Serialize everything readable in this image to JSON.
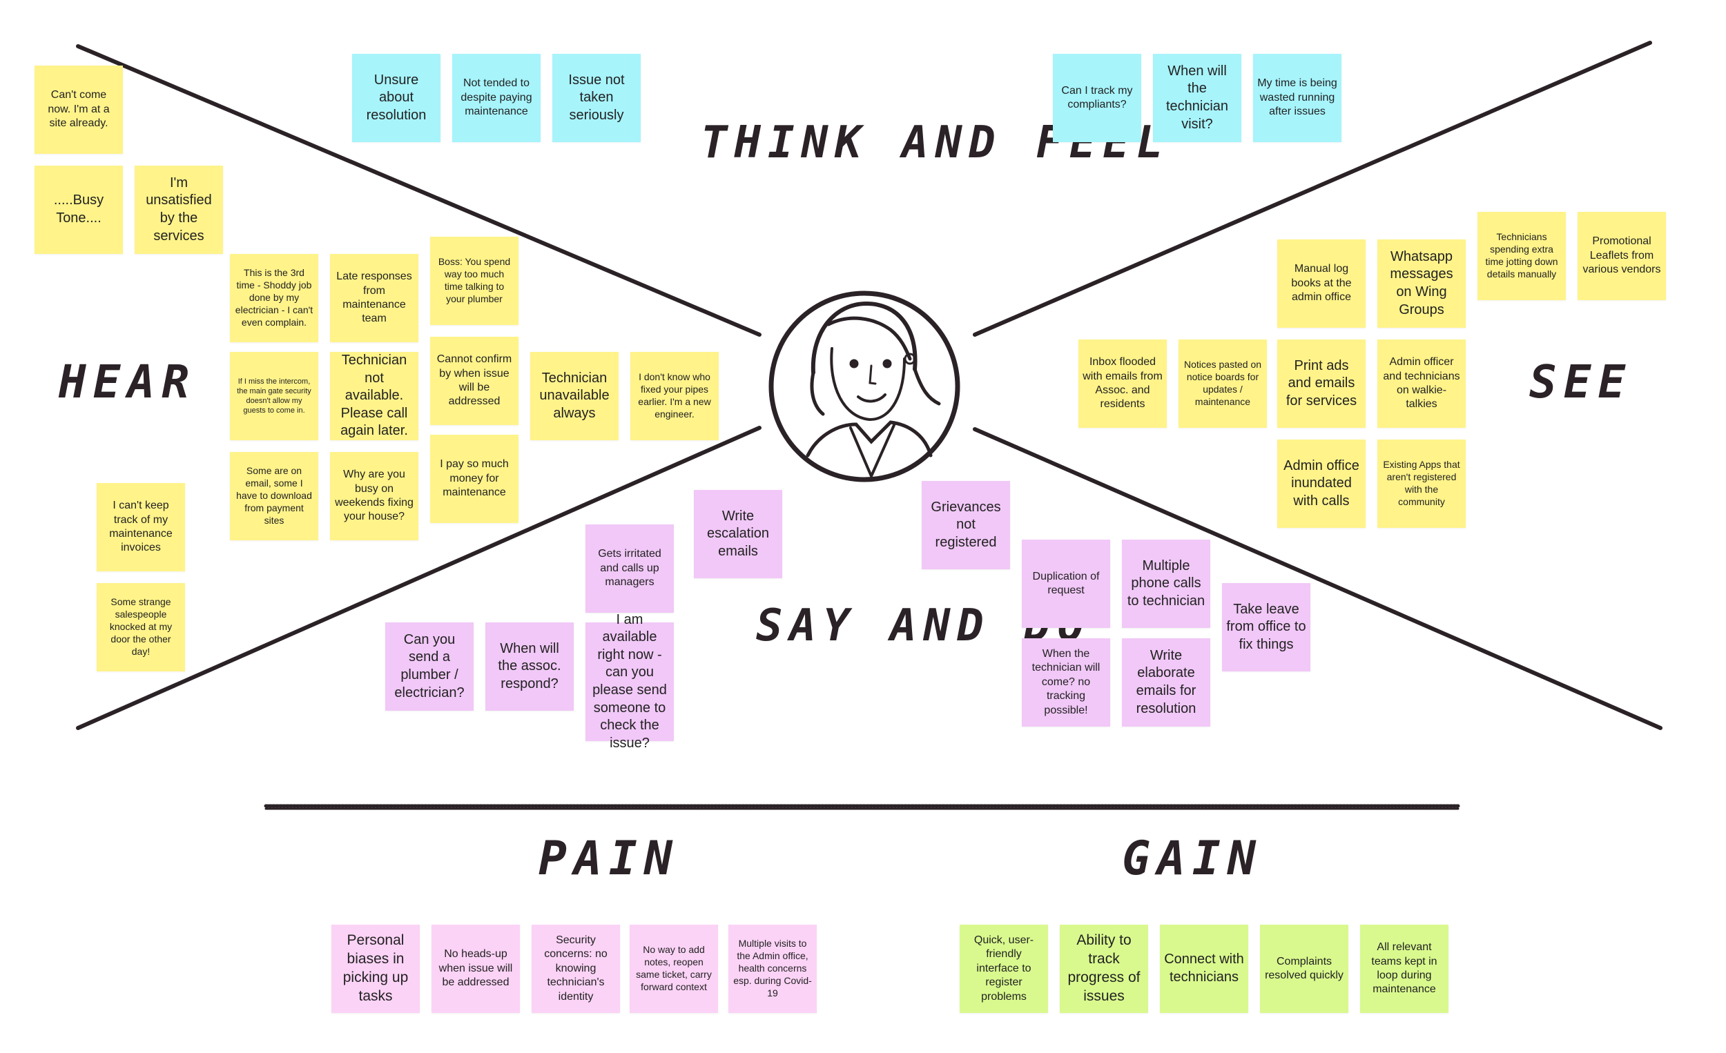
{
  "colors": {
    "yellow": "#fff38a",
    "cyan": "#a7f4fb",
    "purple": "#f1c8f7",
    "pink": "#fbd3f6",
    "green": "#d9f98e",
    "ink": "#2a2226"
  },
  "section_labels": {
    "think_feel": "THINK AND FEEL",
    "hear": "HEAR",
    "see": "SEE",
    "say_do": "SAY AND DO",
    "pain": "PAIN",
    "gain": "GAIN"
  },
  "center_icon": "person-face-icon",
  "notes": [
    {
      "id": "tf-unsure-resolution",
      "text": "Unsure about resolution",
      "color": "cyan",
      "size": "l"
    },
    {
      "id": "tf-not-tended",
      "text": "Not tended to despite paying maintenance",
      "color": "cyan",
      "size": "m"
    },
    {
      "id": "tf-not-serious",
      "text": "Issue not taken seriously",
      "color": "cyan",
      "size": "l"
    },
    {
      "id": "tf-track-complaints",
      "text": "Can I track my compliants?",
      "color": "cyan",
      "size": "m"
    },
    {
      "id": "tf-technician-visit",
      "text": "When will the technician visit?",
      "color": "cyan",
      "size": "l"
    },
    {
      "id": "tf-time-wasted",
      "text": "My time is being wasted running after issues",
      "color": "cyan",
      "size": "m"
    },
    {
      "id": "h-cant-come",
      "text": "Can't come now. I'm at a site already.",
      "color": "yellow",
      "size": "m"
    },
    {
      "id": "h-busy-tone",
      "text": ".....Busy Tone....",
      "color": "yellow",
      "size": "l"
    },
    {
      "id": "h-unsatisfied",
      "text": "I'm unsatisfied by the services",
      "color": "yellow",
      "size": "l"
    },
    {
      "id": "h-third-time",
      "text": "This is the 3rd time - Shoddy job done by my electrician - I can't even complain.",
      "color": "yellow",
      "size": "s"
    },
    {
      "id": "h-late-responses",
      "text": "Late responses from maintenance team",
      "color": "yellow",
      "size": "m"
    },
    {
      "id": "h-boss",
      "text": "Boss: You spend way too much time talking to your plumber",
      "color": "yellow",
      "size": "s"
    },
    {
      "id": "h-intercom",
      "text": "If I miss the intercom, the main gate security doesn't allow my guests to come in.",
      "color": "yellow",
      "size": "xs"
    },
    {
      "id": "h-tech-not-available",
      "text": "Technician not available. Please call again later.",
      "color": "yellow",
      "size": "l"
    },
    {
      "id": "h-cannot-confirm",
      "text": "Cannot confirm by when issue will be addressed",
      "color": "yellow",
      "size": "m"
    },
    {
      "id": "h-tech-unavailable",
      "text": "Technician unavailable always",
      "color": "yellow",
      "size": "l"
    },
    {
      "id": "h-dont-know",
      "text": "I don't know who fixed your pipes earlier. I'm a new engineer.",
      "color": "yellow",
      "size": "s"
    },
    {
      "id": "h-some-email",
      "text": "Some are on email, some I have to download from payment sites",
      "color": "yellow",
      "size": "s"
    },
    {
      "id": "h-why-busy",
      "text": "Why are you busy on weekends fixing your house?",
      "color": "yellow",
      "size": "m"
    },
    {
      "id": "h-pay-much",
      "text": "I pay so much money for maintenance",
      "color": "yellow",
      "size": "m"
    },
    {
      "id": "h-cant-track-invoices",
      "text": "I can't keep track of my maintenance invoices",
      "color": "yellow",
      "size": "m"
    },
    {
      "id": "h-salespeople",
      "text": "Some strange salespeople knocked at my door the other day!",
      "color": "yellow",
      "size": "s"
    },
    {
      "id": "s-technicians-jotting",
      "text": "Technicians spending extra time jotting down details manually",
      "color": "yellow",
      "size": "s"
    },
    {
      "id": "s-promo-leaflets",
      "text": "Promotional Leaflets from various vendors",
      "color": "yellow",
      "size": "m"
    },
    {
      "id": "s-manual-log",
      "text": "Manual log books at the admin office",
      "color": "yellow",
      "size": "m"
    },
    {
      "id": "s-whatsapp",
      "text": "Whatsapp messages on Wing Groups",
      "color": "yellow",
      "size": "l"
    },
    {
      "id": "s-inbox-flooded",
      "text": "Inbox flooded with emails from Assoc. and residents",
      "color": "yellow",
      "size": "m"
    },
    {
      "id": "s-notices",
      "text": "Notices pasted on notice boards for updates / maintenance",
      "color": "yellow",
      "size": "s"
    },
    {
      "id": "s-print-ads",
      "text": "Print ads and emails for services",
      "color": "yellow",
      "size": "l"
    },
    {
      "id": "s-walkie",
      "text": "Admin officer and technicians on walkie-talkies",
      "color": "yellow",
      "size": "m"
    },
    {
      "id": "s-admin-inundated",
      "text": "Admin office inundated with calls",
      "color": "yellow",
      "size": "l"
    },
    {
      "id": "s-existing-apps",
      "text": "Existing Apps that aren't registered with the community",
      "color": "yellow",
      "size": "s"
    },
    {
      "id": "sd-write-escalation",
      "text": "Write escalation emails",
      "color": "purple",
      "size": "l"
    },
    {
      "id": "sd-gets-irritated",
      "text": "Gets irritated and calls up managers",
      "color": "purple",
      "size": "m"
    },
    {
      "id": "sd-grievances",
      "text": "Grievances not registered",
      "color": "purple",
      "size": "l"
    },
    {
      "id": "sd-duplication",
      "text": "Duplication of request",
      "color": "purple",
      "size": "m"
    },
    {
      "id": "sd-multiple-calls",
      "text": "Multiple phone calls to technician",
      "color": "purple",
      "size": "l"
    },
    {
      "id": "sd-take-leave",
      "text": "Take leave from office to fix things",
      "color": "purple",
      "size": "l"
    },
    {
      "id": "sd-send-plumber",
      "text": "Can you send a plumber / electrician?",
      "color": "purple",
      "size": "l"
    },
    {
      "id": "sd-assoc-respond",
      "text": "When will the assoc. respond?",
      "color": "purple",
      "size": "l"
    },
    {
      "id": "sd-available-now",
      "text": "I am available right now - can you please send someone to check the issue?",
      "color": "purple",
      "size": "l"
    },
    {
      "id": "sd-no-tracking",
      "text": "When the technician will come? no tracking possible!",
      "color": "purple",
      "size": "m"
    },
    {
      "id": "sd-elaborate-emails",
      "text": "Write elaborate emails for resolution",
      "color": "purple",
      "size": "l"
    },
    {
      "id": "p-biases",
      "text": "Personal biases in picking up tasks",
      "color": "pink",
      "size": "xl"
    },
    {
      "id": "p-no-headsup",
      "text": "No heads-up when issue will be addressed",
      "color": "pink",
      "size": "m"
    },
    {
      "id": "p-security",
      "text": "Security concerns: no knowing technician's identity",
      "color": "pink",
      "size": "m"
    },
    {
      "id": "p-no-notes",
      "text": "No way to add notes, reopen same ticket, carry forward context",
      "color": "pink",
      "size": "s"
    },
    {
      "id": "p-multiple-visits",
      "text": "Multiple visits to the Admin office, health concerns esp. during Covid-19",
      "color": "pink",
      "size": "s"
    },
    {
      "id": "g-quick-interface",
      "text": "Quick, user-friendly interface to register problems",
      "color": "green",
      "size": "m"
    },
    {
      "id": "g-track-progress",
      "text": "Ability to track progress of issues",
      "color": "green",
      "size": "xl"
    },
    {
      "id": "g-connect",
      "text": "Connect with technicians",
      "color": "green",
      "size": "l"
    },
    {
      "id": "g-complaints-resolved",
      "text": "Complaints resolved quickly",
      "color": "green",
      "size": "m"
    },
    {
      "id": "g-all-teams",
      "text": "All relevant teams kept in loop during maintenance",
      "color": "green",
      "size": "m"
    }
  ]
}
